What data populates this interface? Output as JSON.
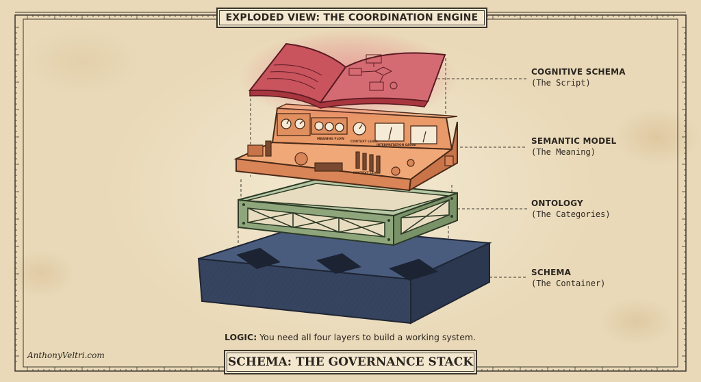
{
  "title": "EXPLODED VIEW: THE COORDINATION ENGINE",
  "footer_title": "SCHEMA: THE GOVERNANCE STACK",
  "layers": [
    {
      "name": "COGNITIVE SCHEMA",
      "subtitle": "(The Script)",
      "color": "#b3404a"
    },
    {
      "name": "SEMANTIC MODEL",
      "subtitle": "(The Meaning)",
      "color": "#e89a6a"
    },
    {
      "name": "ONTOLOGY",
      "subtitle": "(The Categories)",
      "color": "#8fa67c"
    },
    {
      "name": "SCHEMA",
      "subtitle": "(The Container)",
      "color": "#3d4d6b"
    }
  ],
  "console_labels": {
    "meaning_flow": "MEANING FLOW",
    "context_level": "CONTEXT LEVEL",
    "interpretation_gauge": "INTERPRETATION GAUGE",
    "context_level_2": "CONTEXT LEVEL"
  },
  "logic": {
    "label": "LOGIC:",
    "text": " You need all four layers to build a working system."
  },
  "signature": "AnthonyVeltri.com",
  "colors": {
    "paper": "#efe2c6",
    "ink": "#2c2620"
  }
}
